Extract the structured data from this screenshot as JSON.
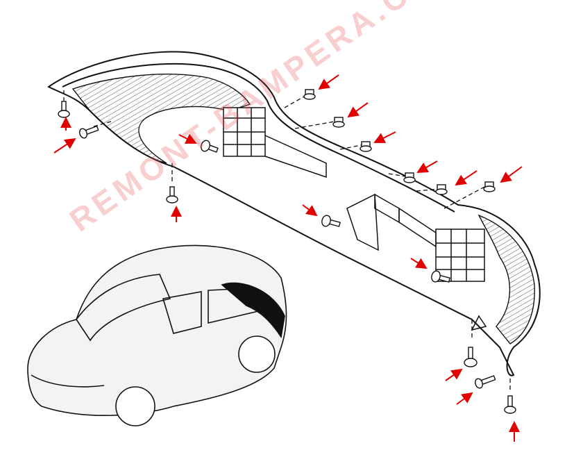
{
  "watermark": {
    "text": "REMONT-BAMPERA.COM"
  },
  "colors": {
    "arrow": "#e00000",
    "line": "#111111",
    "watermark": "#eb5050"
  },
  "fastener_arrows": [
    {
      "name": "arrow-left-top-bolt"
    },
    {
      "name": "arrow-left-side-screw"
    },
    {
      "name": "arrow-left-bottom-bolt"
    },
    {
      "name": "arrow-inner-bracket-bolt-left"
    },
    {
      "name": "arrow-top-clip-1"
    },
    {
      "name": "arrow-top-clip-2"
    },
    {
      "name": "arrow-top-clip-3"
    },
    {
      "name": "arrow-top-clip-4"
    },
    {
      "name": "arrow-top-clip-5"
    },
    {
      "name": "arrow-top-clip-6"
    },
    {
      "name": "arrow-center-bolt"
    },
    {
      "name": "arrow-right-bracket-bolt"
    },
    {
      "name": "arrow-right-bottom-bolt"
    },
    {
      "name": "arrow-right-side-screw"
    },
    {
      "name": "arrow-right-lower-bolt"
    }
  ]
}
